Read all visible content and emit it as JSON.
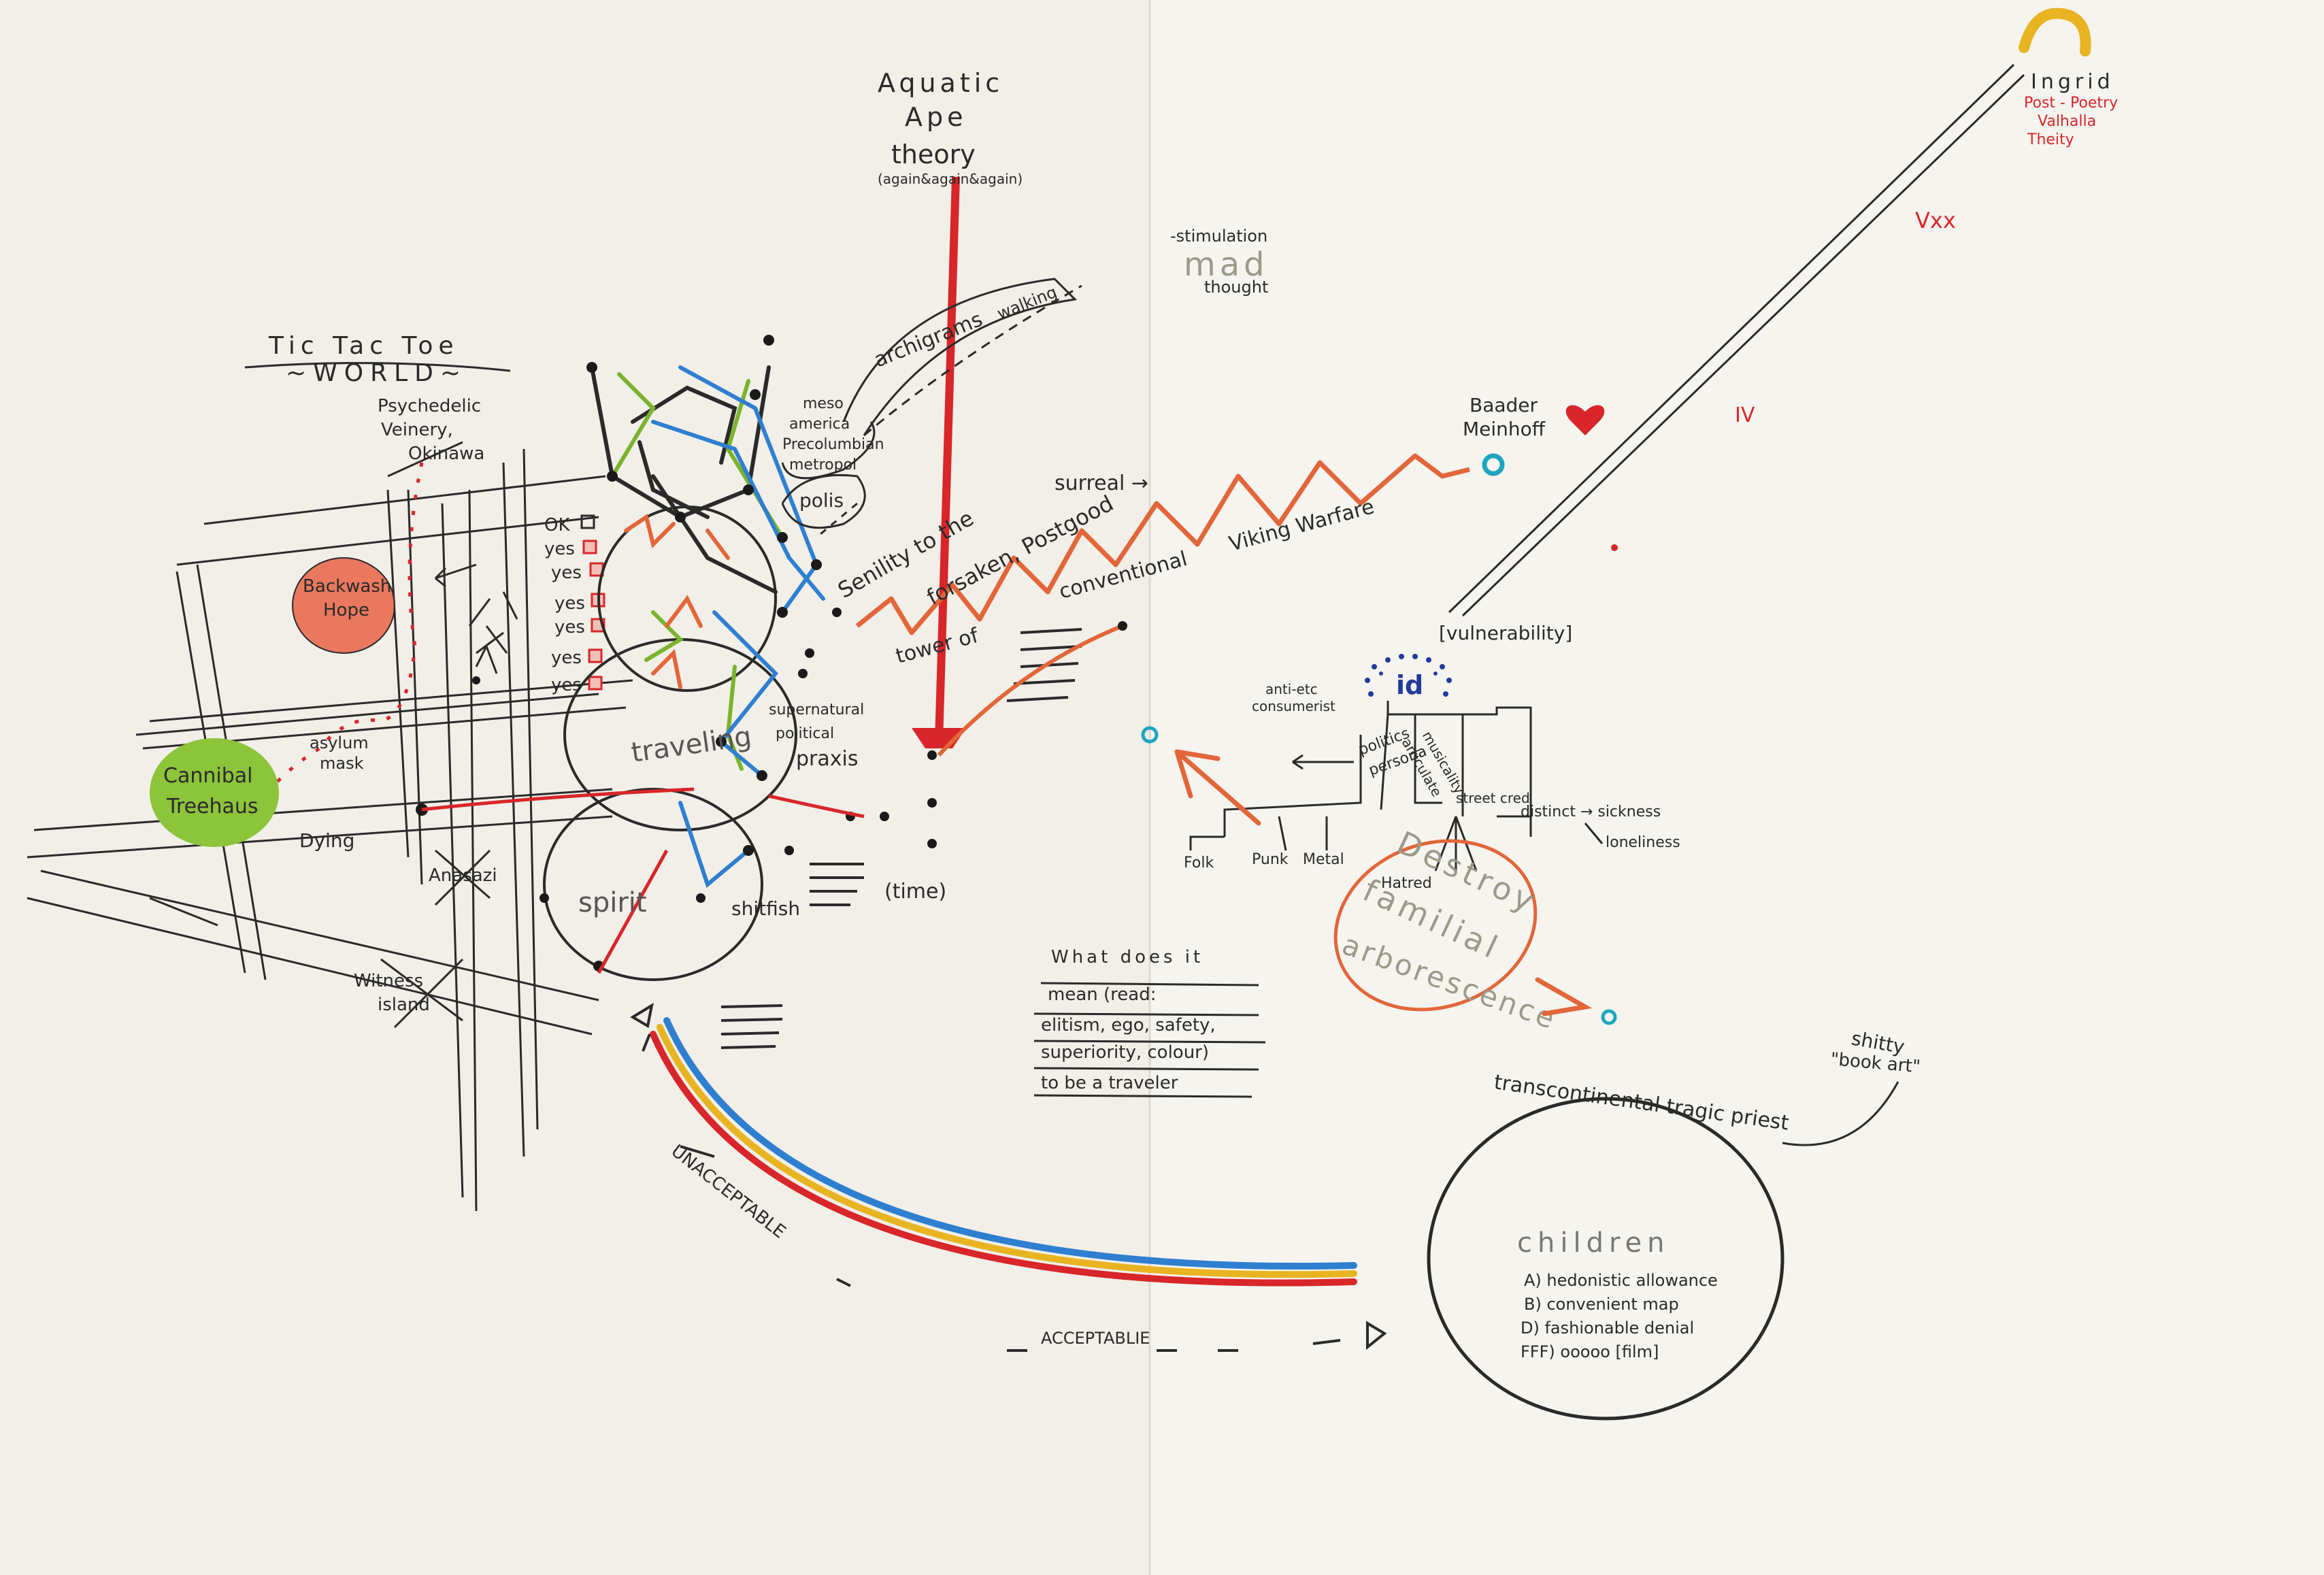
{
  "colors": {
    "paper": "#f1efe8",
    "pencil": "#2a2a2a",
    "red": "#d8262a",
    "orange": "#e2663a",
    "blue": "#2f7fd0",
    "green": "#7cb32e",
    "yellow": "#e8b422",
    "navy": "#233a9a"
  },
  "labels": {
    "aquatic_ape_1": "Aquatic",
    "aquatic_ape_2": "Ape",
    "aquatic_ape_3": "theory",
    "aquatic_ape_4": "(again&again&again)",
    "ingrid": "Ingrid",
    "post_poetry": "Post - Poetry",
    "valhalla": "Valhalla",
    "theity": "Theity",
    "vxx": "Vxx",
    "iv": "IV",
    "stimulation": "-stimulation",
    "mad_thought": "mad",
    "thought": "thought",
    "tic_tac_toe": "Tic Tac Toe",
    "world": "~WORLD~",
    "psychedelic": "Psychedelic",
    "veinery": "Veinery,",
    "okinawa": "Okinawa",
    "backwash_hope_1": "Backwash",
    "backwash_hope_2": "Hope",
    "cannibal_1": "Cannibal",
    "cannibal_2": "Treehaus",
    "dying": "Dying",
    "asylum_1": "asylum",
    "asylum_2": "mask",
    "anasazi": "Anasazi",
    "witness_1": "Witness",
    "witness_2": "island",
    "archigram_1": "archigrams",
    "archigram_2": "walking",
    "meso_1": "meso",
    "meso_2": "america",
    "meso_3": "Precolumbian",
    "meso_4": "metropol",
    "polis": "polis",
    "surreal": "surreal →",
    "senility": "Senility to the",
    "forsaken": "forsaken, Postgood",
    "tower_of": "tower of",
    "conventional": "conventional",
    "viking_warfare": "Viking Warfare",
    "baader_1": "Baader",
    "baader_2": "Meinhoff",
    "vulnerability": "[vulnerability]",
    "id": "id",
    "anti_1": "anti-etc",
    "anti_2": "consumerist",
    "politics": "politics",
    "persona": "persona",
    "musicality_1": "musicality",
    "musicality_2": "articulate",
    "street_cred": "street cred",
    "distinct": "distinct → sickness",
    "loneliness": "loneliness",
    "folk": "Folk",
    "punk": "Punk",
    "metal": "Metal",
    "hatred": "Hatred",
    "destroy": "Destroy",
    "familial": "familial",
    "arborescence": "arborescence",
    "supernatural_1": "supernatural",
    "supernatural_2": "political",
    "praxis": "praxis",
    "traveling": "traveling",
    "spirit": "spirit",
    "shitfish": "shitfish",
    "time": "(time)",
    "ok": "OK",
    "yes_label": "yes",
    "what_1": "What does it",
    "what_2": "mean (read:",
    "what_3": "elitism, ego, safety,",
    "what_4": "superiority, colour)",
    "what_5": "to be a traveler",
    "unacceptable": "UNACCEPTABLE",
    "acceptable": "ACCEPTABLIE",
    "transcontinental": "transcontinental tragic priest",
    "shitty_1": "shitty",
    "shitty_2": "\"book art\"",
    "children": "children",
    "list_a": "A) hedonistic allowance",
    "list_b": "B) convenient map",
    "list_d": "D) fashionable denial",
    "list_fff": "FFF) ooooo [film]"
  }
}
